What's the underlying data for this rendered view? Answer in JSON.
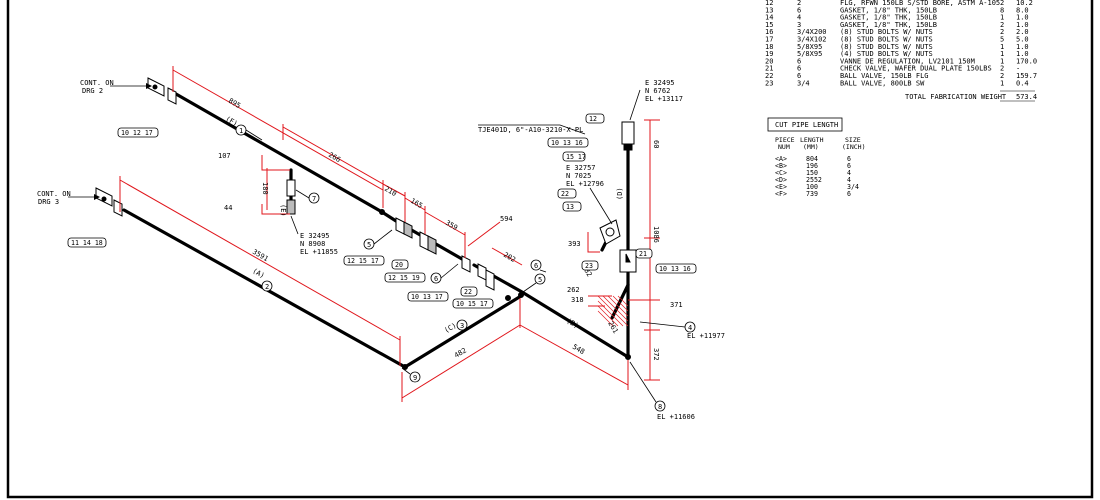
{
  "bom": {
    "rows": [
      {
        "pt": "12",
        "qty": "2",
        "desc": "FLG, RFWN 150LB S/STD BORE, ASTM A-105",
        "n": "2",
        "wt": "10.2"
      },
      {
        "pt": "13",
        "qty": "6",
        "desc": "GASKET, 1/8\" THK, 150LB",
        "n": "8",
        "wt": "8.0"
      },
      {
        "pt": "14",
        "qty": "4",
        "desc": "GASKET, 1/8\" THK, 150LB",
        "n": "1",
        "wt": "1.0"
      },
      {
        "pt": "15",
        "qty": "3",
        "desc": "GASKET, 1/8\" THK, 150LB",
        "n": "2",
        "wt": "1.0"
      },
      {
        "pt": "16",
        "qty": "3/4X200",
        "desc": "(8) STUD BOLTS W/ NUTS",
        "n": "2",
        "wt": "2.0"
      },
      {
        "pt": "17",
        "qty": "3/4X102",
        "desc": "(8) STUD BOLTS W/ NUTS",
        "n": "5",
        "wt": "5.0"
      },
      {
        "pt": "18",
        "qty": "5/8X95",
        "desc": "(8) STUD BOLTS W/ NUTS",
        "n": "1",
        "wt": "1.0"
      },
      {
        "pt": "19",
        "qty": "5/8X95",
        "desc": "(4) STUD BOLTS W/ NUTS",
        "n": "1",
        "wt": "1.0"
      },
      {
        "pt": "20",
        "qty": "6",
        "desc": "VANNE DE REGULATION, LV2101 150M",
        "n": "1",
        "wt": "170.0"
      },
      {
        "pt": "21",
        "qty": "6",
        "desc": "CHECK VALVE, WAFER DUAL PLATE 150LBS",
        "n": "2",
        "wt": "-"
      },
      {
        "pt": "22",
        "qty": "6",
        "desc": "BALL VALVE, 150LB FLG",
        "n": "2",
        "wt": "159.7"
      },
      {
        "pt": "23",
        "qty": "3/4",
        "desc": "BALL VALVE, 800LB SW",
        "n": "1",
        "wt": "0.4"
      }
    ],
    "total_label": "TOTAL FABRICATION WEIGHT",
    "total_value": "573.4"
  },
  "cut_table": {
    "title": "CUT PIPE LENGTH",
    "headers": [
      "PIECE NUM",
      "LENGTH (MM)",
      "SIZE (INCH)"
    ],
    "rows": [
      {
        "piece": "<A>",
        "length": "804",
        "size": "6"
      },
      {
        "piece": "<B>",
        "length": "196",
        "size": "6"
      },
      {
        "piece": "<C>",
        "length": "150",
        "size": "4"
      },
      {
        "piece": "<D>",
        "length": "2552",
        "size": "4"
      },
      {
        "piece": "<E>",
        "length": "100",
        "size": "3/4"
      },
      {
        "piece": "<F>",
        "length": "739",
        "size": "6"
      }
    ]
  },
  "labels": {
    "cont1": "CONT. ON",
    "drg1": "DRG 2",
    "cont2": "CONT. ON",
    "drg2": "DRG 3",
    "line_id": "TJE401D, 6\"-A10-3210-X-PL",
    "coord_top_e": "E 32495",
    "coord_top_n": "N 6762",
    "coord_top_el": "EL +13117",
    "coord_mid_e": "E 32495",
    "coord_mid_n": "N 8908",
    "coord_mid_el": "EL +11855",
    "coord_r_e": "E 32757",
    "coord_r_n": "N 7025",
    "coord_r_el": "EL +12796",
    "el_4": "EL +11977",
    "el_8": "EL +11606"
  },
  "tags": {
    "t1": "10 12 17",
    "t2": "11 14 18",
    "t3": "12",
    "t4": "10 13 16",
    "t5": "15 17",
    "t6": "22",
    "t7": "13",
    "t8": "21",
    "t9": "10 13 16",
    "t10": "23",
    "t11": "12 15 17",
    "t12": "20",
    "t13": "12 15 19",
    "t14": "10 13 17",
    "t15": "22",
    "t16": "10 15 17"
  },
  "circles": {
    "c1": "1",
    "c2": "2",
    "c3": "3",
    "c4": "4",
    "c5": "5",
    "c6": "6",
    "c7": "7",
    "c8": "8",
    "c9": "9",
    "c10": "5",
    "c11": "6"
  },
  "dims": {
    "d1": "895",
    "d2": "266",
    "d3": "210",
    "d4": "165",
    "d5": "359",
    "d6": "594",
    "d7": "202",
    "d8": "107",
    "d9": "44",
    "d10": "180",
    "d11": "3591",
    "d12": "482",
    "d13": "548",
    "d14": "372",
    "d15": "393",
    "d16": "262",
    "d17": "318",
    "d18": "371",
    "d19": "1086",
    "d20": "60",
    "d21": "261",
    "d22": "82"
  },
  "pieces": {
    "pA": "(A)",
    "pB": "(B)",
    "pC": "(C)",
    "pD": "(D)",
    "pE": "(E)",
    "pF": "(F)"
  }
}
